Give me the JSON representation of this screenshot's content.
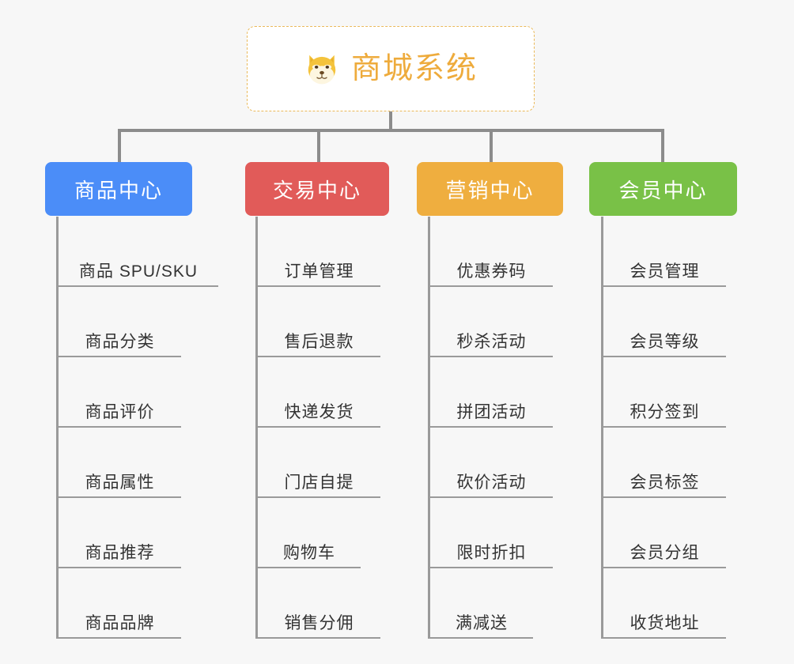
{
  "root": {
    "title": "商城系统",
    "icon": "shiba-dog-icon",
    "border_color": "#eab95a",
    "text_color": "#eeab3c",
    "background": "#ffffff"
  },
  "canvas": {
    "background": "#f7f7f7",
    "connector_color": "#8c8c8c"
  },
  "columns": [
    {
      "category": "商品中心",
      "color": "#4b8df8",
      "items": [
        "商品 SPU/SKU",
        "商品分类",
        "商品评价",
        "商品属性",
        "商品推荐",
        "商品品牌"
      ]
    },
    {
      "category": "交易中心",
      "color": "#e15b59",
      "items": [
        "订单管理",
        "售后退款",
        "快递发货",
        "门店自提",
        "购物车",
        "销售分佣"
      ]
    },
    {
      "category": "营销中心",
      "color": "#efae3f",
      "items": [
        "优惠券码",
        "秒杀活动",
        "拼团活动",
        "砍价活动",
        "限时折扣",
        "满减送"
      ]
    },
    {
      "category": "会员中心",
      "color": "#79c147",
      "items": [
        "会员管理",
        "会员等级",
        "积分签到",
        "会员标签",
        "会员分组",
        "收货地址"
      ]
    }
  ]
}
